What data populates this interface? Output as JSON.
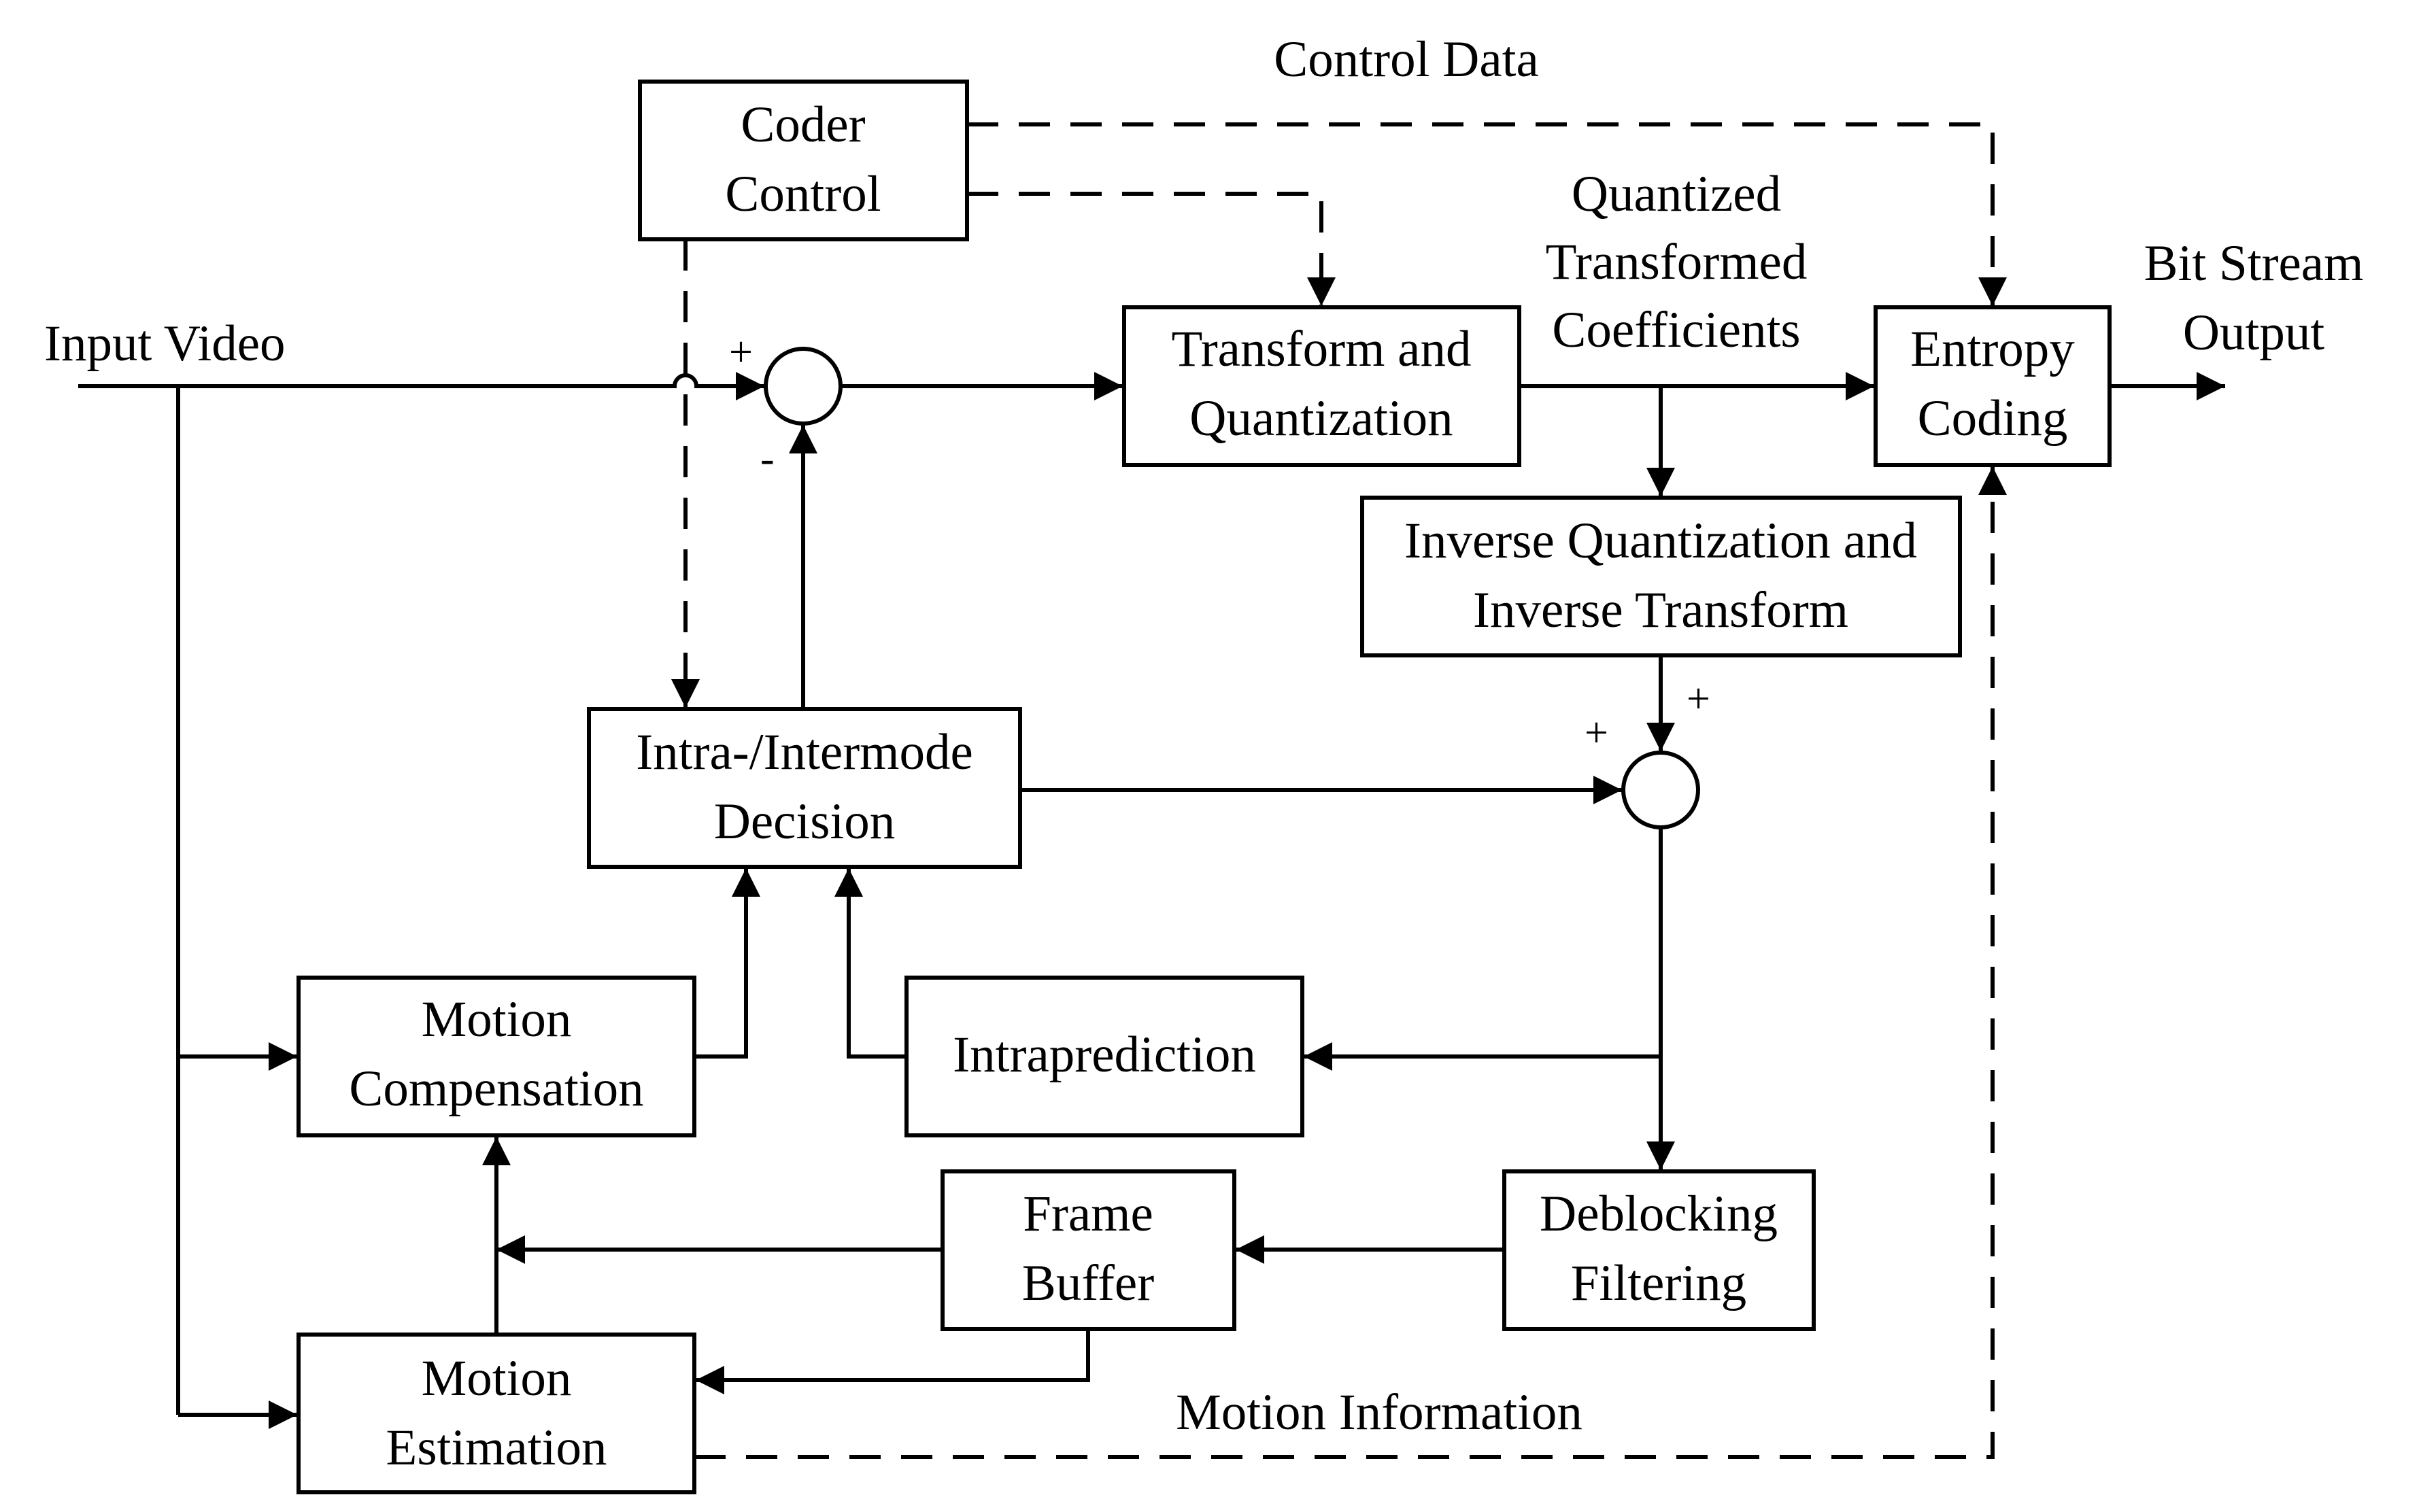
{
  "labels": {
    "control_data": "Control Data",
    "input_video": "Input Video",
    "quantized_coeffs": [
      "Quantized",
      "Transformed",
      "Coefficients"
    ],
    "bitstream_output": [
      "Bit Stream",
      "Output"
    ],
    "motion_information": "Motion Information"
  },
  "blocks": {
    "coder_control": [
      "Coder",
      "Control"
    ],
    "transform_quantization": [
      "Transform and",
      "Quantization"
    ],
    "entropy_coding": [
      "Entropy",
      "Coding"
    ],
    "inverse_quant_transform": [
      "Inverse Quantization and",
      "Inverse Transform"
    ],
    "intra_inter_decision": [
      "Intra-/Intermode",
      "Decision"
    ],
    "motion_compensation": [
      "Motion",
      "Compensation"
    ],
    "intraprediction": [
      "Intraprediction"
    ],
    "frame_buffer": [
      "Frame",
      "Buffer"
    ],
    "deblocking_filtering": [
      "Deblocking",
      "Filtering"
    ],
    "motion_estimation": [
      "Motion",
      "Estimation"
    ]
  },
  "signs": {
    "sum1_plus": "+",
    "sum1_minus": "-",
    "sum2_plus_left": "+",
    "sum2_plus_top": "+"
  }
}
